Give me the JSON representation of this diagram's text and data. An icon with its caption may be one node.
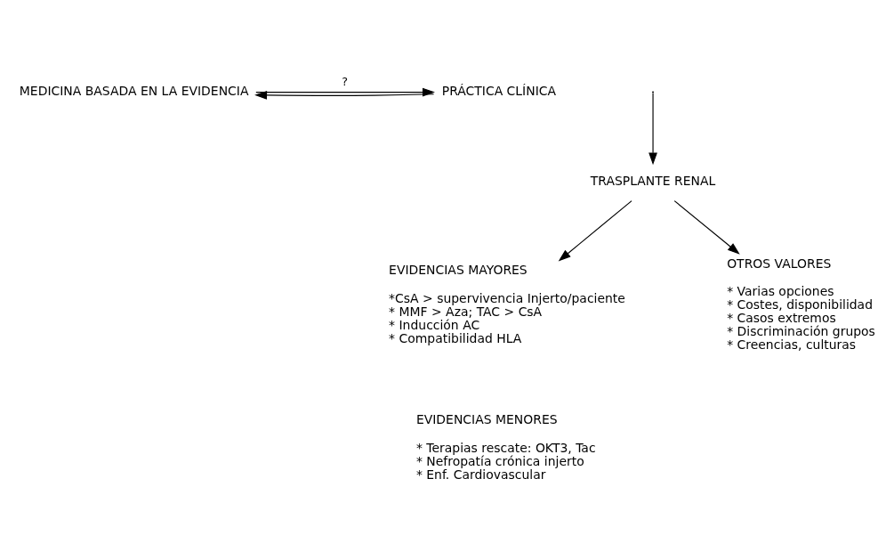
{
  "diagram": {
    "nodes": [
      {
        "text": [
          "MEDICINA BASADA EN LA EVIDENCIA"
        ]
      },
      {
        "text": [
          "PRÁCTICA CLÍNICA"
        ]
      },
      {
        "text": [
          "TRASPLANTE RENAL"
        ]
      },
      {
        "text": [
          "EVIDENCIAS MAYORES",
          "*CsA > supervivencia Injerto/paciente",
          "* MMF > Aza; TAC > CsA",
          "* Inducción AC",
          "* Compatibilidad HLA"
        ]
      },
      {
        "text": [
          "EVIDENCIAS MENORES",
          "* Terapias rescate: OKT3, Tac",
          "* Nefropatía crónica injerto",
          "* Enf. Cardiovascular"
        ]
      },
      {
        "text": [
          "OTROS VALORES",
          "* Varias opciones",
          "* Costes, disponibilidad",
          "* Casos extremos",
          "* Discriminación grupos",
          "* Creencias, culturas"
        ]
      }
    ],
    "edges": [
      {
        "from": 0,
        "to": 1,
        "arrow": "to",
        "label": "?"
      },
      {
        "from": 1,
        "to": 0,
        "arrow": "to"
      },
      {
        "from": null,
        "to": 2,
        "arrow": "to"
      },
      {
        "from": 2,
        "to": 3,
        "arrow": "to"
      },
      {
        "from": 2,
        "to": 5,
        "arrow": "to"
      }
    ]
  }
}
